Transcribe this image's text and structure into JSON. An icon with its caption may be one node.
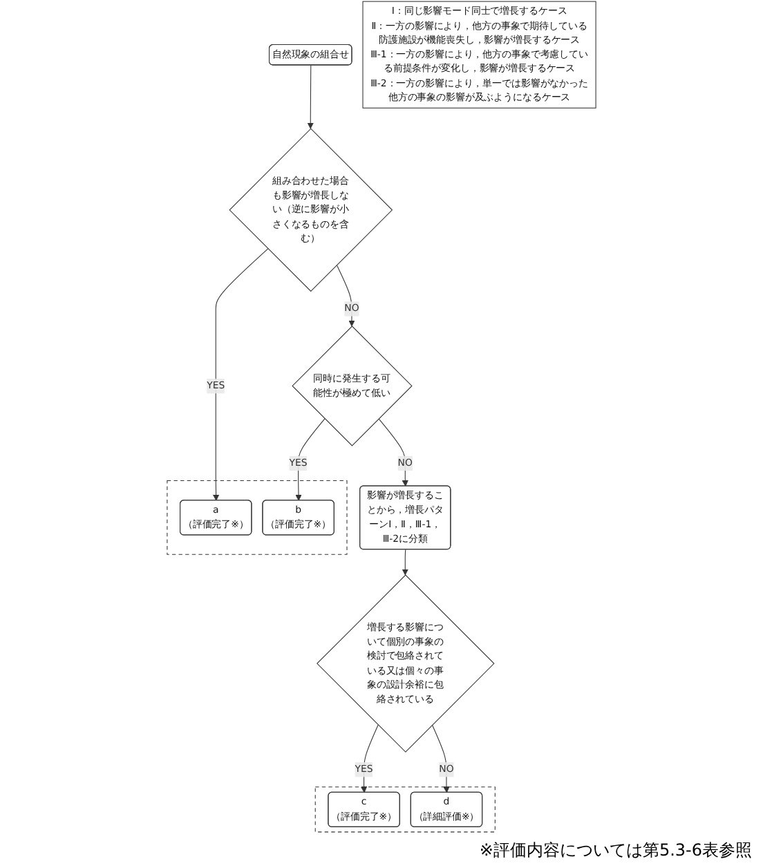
{
  "diagram": {
    "nodes": [
      {
        "text": [
          "自然現象の組合せ"
        ]
      },
      {
        "text": [
          "組み合わせた場合も影響が増長しない（逆に影響が小さくなるものを含む）"
        ]
      },
      {
        "text": [
          "同時に発生する可能性が極めて低い"
        ]
      },
      {
        "text": [
          "影響が増長することから，増長パターンⅠ，Ⅱ，Ⅲ-1，Ⅲ-2に分類"
        ]
      },
      {
        "text": [
          "増長する影響について個別の事象の検討で包絡されている又は個々の事象の設計余裕に包絡されている"
        ]
      },
      {
        "text": [],
        "shape": "box"
      },
      {
        "text": [
          "a",
          "（評価完了※）"
        ],
        "in": 5
      },
      {
        "text": [
          "b",
          "（評価完了※）"
        ],
        "in": 5
      },
      {
        "text": [
          "Ⅰ：同じ影響モード同士で増長するケース",
          "Ⅱ：一方の影響により，他方の事象で期待している防護施設が機能喪失し，影響が増長するケース",
          "Ⅲ-1：一方の影響により，他方の事象で考慮している前提条件が変化し，影響が増長するケース",
          "Ⅲ-2：一方の影響により，単一では影響がなかった他方の事象の影響が及ぶようになるケース"
        ]
      },
      {
        "text": [],
        "shape": "box"
      },
      {
        "text": [
          "c",
          "（評価完了※）"
        ],
        "in": 9
      },
      {
        "text": [
          "d",
          "（詳細評価※）"
        ],
        "in": 9
      }
    ],
    "edges": [
      {
        "from": 0,
        "to": 1,
        "arrow": "to"
      },
      {
        "from": 1,
        "to": 6,
        "arrow": "to",
        "label": "YES"
      },
      {
        "from": 1,
        "to": 2,
        "arrow": "to",
        "label": "NO"
      },
      {
        "from": 2,
        "to": 7,
        "arrow": "to",
        "label": "YES"
      },
      {
        "from": 2,
        "to": 3,
        "arrow": "to",
        "label": "NO"
      },
      {
        "from": 3,
        "to": 4,
        "arrow": "to"
      },
      {
        "from": 4,
        "to": 10,
        "arrow": "to",
        "label": "YES"
      },
      {
        "from": 4,
        "to": 11,
        "arrow": "to",
        "label": "NO"
      }
    ],
    "labels": [
      "※評価内容については第5.3-6表参照"
    ]
  }
}
